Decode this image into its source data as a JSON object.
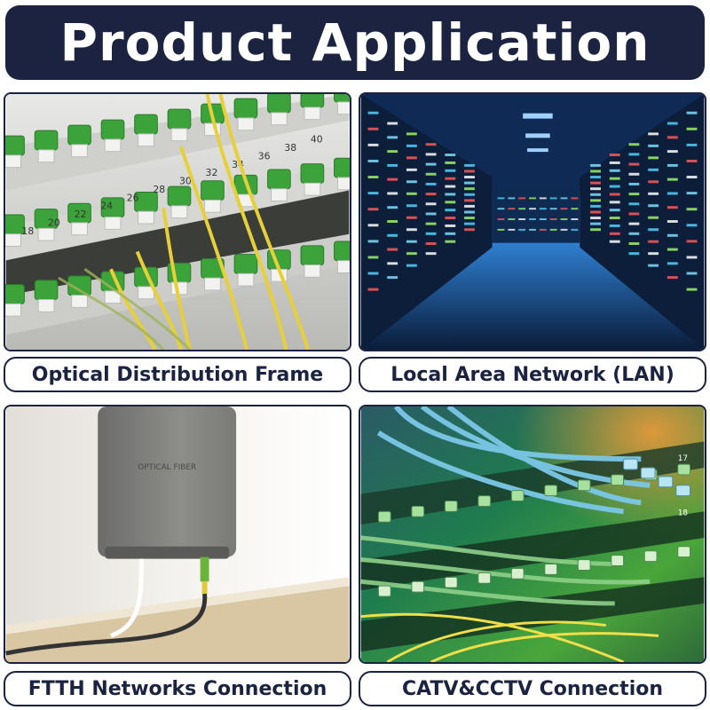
{
  "header": {
    "title": "Product Application"
  },
  "colors": {
    "header_bg": "#1b2341",
    "caption_border": "#1b2341",
    "caption_text": "#1b2341"
  },
  "panels": [
    {
      "caption": "Optical Distribution Frame",
      "port_numbers": [
        "18",
        "20",
        "22",
        "24",
        "26",
        "28",
        "30",
        "32",
        "34",
        "36",
        "38",
        "40"
      ]
    },
    {
      "caption": "Local Area Network (LAN)"
    },
    {
      "caption": "FTTH Networks Connection",
      "box_label": "OPTICAL FIBER"
    },
    {
      "caption": "CATV&CCTV Connection",
      "port_numbers": [
        "17",
        "18"
      ]
    }
  ]
}
